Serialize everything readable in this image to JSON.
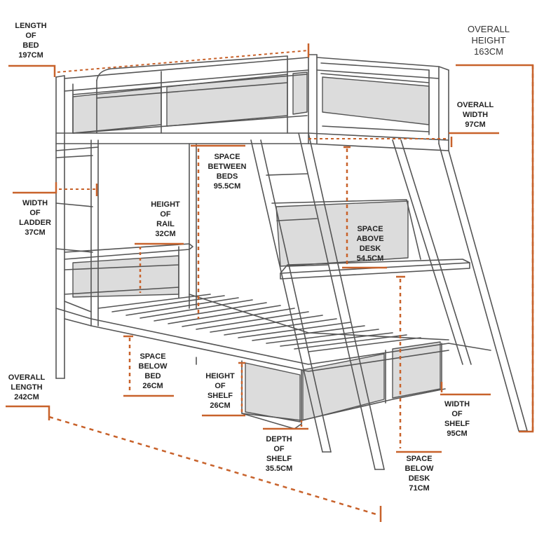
{
  "colors": {
    "accent": "#c8622b",
    "line": "#555555",
    "mesh": "#dcdcdc",
    "text": "#222222"
  },
  "labels": {
    "length_of_bed": [
      "LENGTH",
      "OF",
      "BED",
      "197CM"
    ],
    "overall_height": [
      "OVERALL",
      "HEIGHT",
      "163CM"
    ],
    "overall_width": [
      "OVERALL",
      "WIDTH",
      "97CM"
    ],
    "space_between_beds": [
      "SPACE",
      "BETWEEN",
      "BEDS",
      "95.5CM"
    ],
    "width_of_ladder": [
      "WIDTH",
      "OF",
      "LADDER",
      "37CM"
    ],
    "height_of_rail": [
      "HEIGHT",
      "OF",
      "RAIL",
      "32CM"
    ],
    "space_above_desk": [
      "SPACE",
      "ABOVE",
      "DESK",
      "54.5CM"
    ],
    "space_below_bed": [
      "SPACE",
      "BELOW",
      "BED",
      "26CM"
    ],
    "height_of_shelf": [
      "HEIGHT",
      "OF",
      "SHELF",
      "26CM"
    ],
    "overall_length": [
      "OVERALL",
      "LENGTH",
      "242CM"
    ],
    "width_of_shelf": [
      "WIDTH",
      "OF",
      "SHELF",
      "95CM"
    ],
    "depth_of_shelf": [
      "DEPTH",
      "OF",
      "SHELF",
      "35.5CM"
    ],
    "space_below_desk": [
      "SPACE",
      "BELOW",
      "DESK",
      "71CM"
    ]
  }
}
